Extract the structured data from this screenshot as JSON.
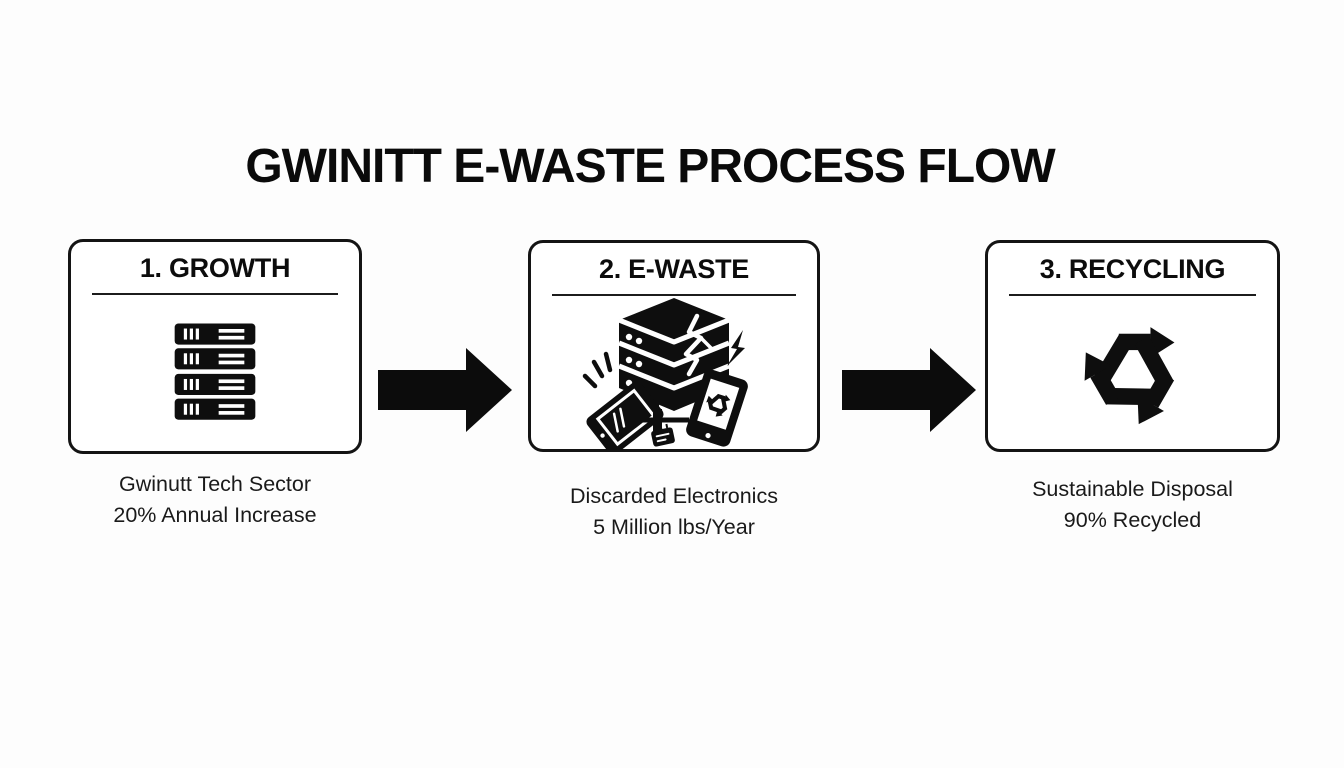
{
  "colors": {
    "background": "#fdfdfd",
    "ink": "#0e0e0e",
    "card_border": "#141414"
  },
  "title": "GWINITT E-WASTE PROCESS FLOW",
  "steps": [
    {
      "heading": "1. GROWTH",
      "icon": "server-rack-icon",
      "caption": [
        "Gwinutt Tech Sector",
        "20% Annual Increase"
      ]
    },
    {
      "heading": "2. E-WASTE",
      "icon": "broken-electronics-icon",
      "caption": [
        "Discarded Electronics",
        "5 Million lbs/Year"
      ]
    },
    {
      "heading": "3. RECYCLING",
      "icon": "recycling-symbol-icon",
      "caption": [
        "Sustainable Disposal",
        "90% Recycled"
      ]
    }
  ],
  "connectors": [
    {
      "icon": "right-arrow-icon"
    },
    {
      "icon": "right-arrow-icon"
    }
  ]
}
